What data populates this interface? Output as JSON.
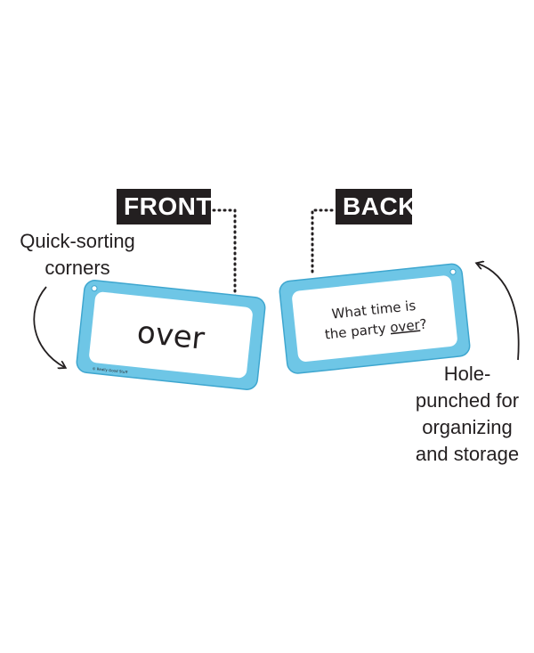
{
  "labels": {
    "front": "FRONT",
    "back": "BACK"
  },
  "front_card": {
    "word": "over",
    "fine_print": "© Really Good Stuff"
  },
  "back_card": {
    "line1": "What time is",
    "line2_prefix": "the party ",
    "line2_underlined": "over",
    "line2_suffix": "?"
  },
  "callouts": {
    "left": [
      "Quick-sorting",
      "corners"
    ],
    "right": [
      "Hole-",
      "punched for",
      "organizing",
      "and storage"
    ]
  },
  "colors": {
    "card_border": "#6ec6e6",
    "card_border_dark": "#3ea6cf",
    "card_face": "#ffffff",
    "text": "#231f20",
    "tag_bg": "#231f20"
  }
}
